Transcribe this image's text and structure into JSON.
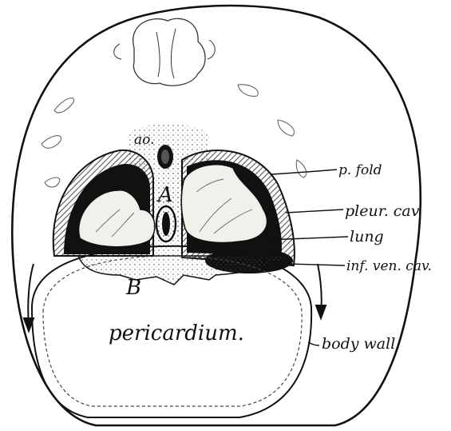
{
  "figure": {
    "labels": {
      "ao": "ao.",
      "a": "A",
      "b": "B",
      "p_fold": "p. fold",
      "pleur_cav": "pleur. cav.",
      "lung": "lung",
      "inf_ven_cav": "inf. ven. cav.",
      "pericardium": "pericardium.",
      "body_wall": "body wall."
    },
    "colors": {
      "ink": "#111111",
      "paper": "#ffffff",
      "lung_fill": "#f2f0ea",
      "hatch": "#6a6a6a"
    }
  }
}
